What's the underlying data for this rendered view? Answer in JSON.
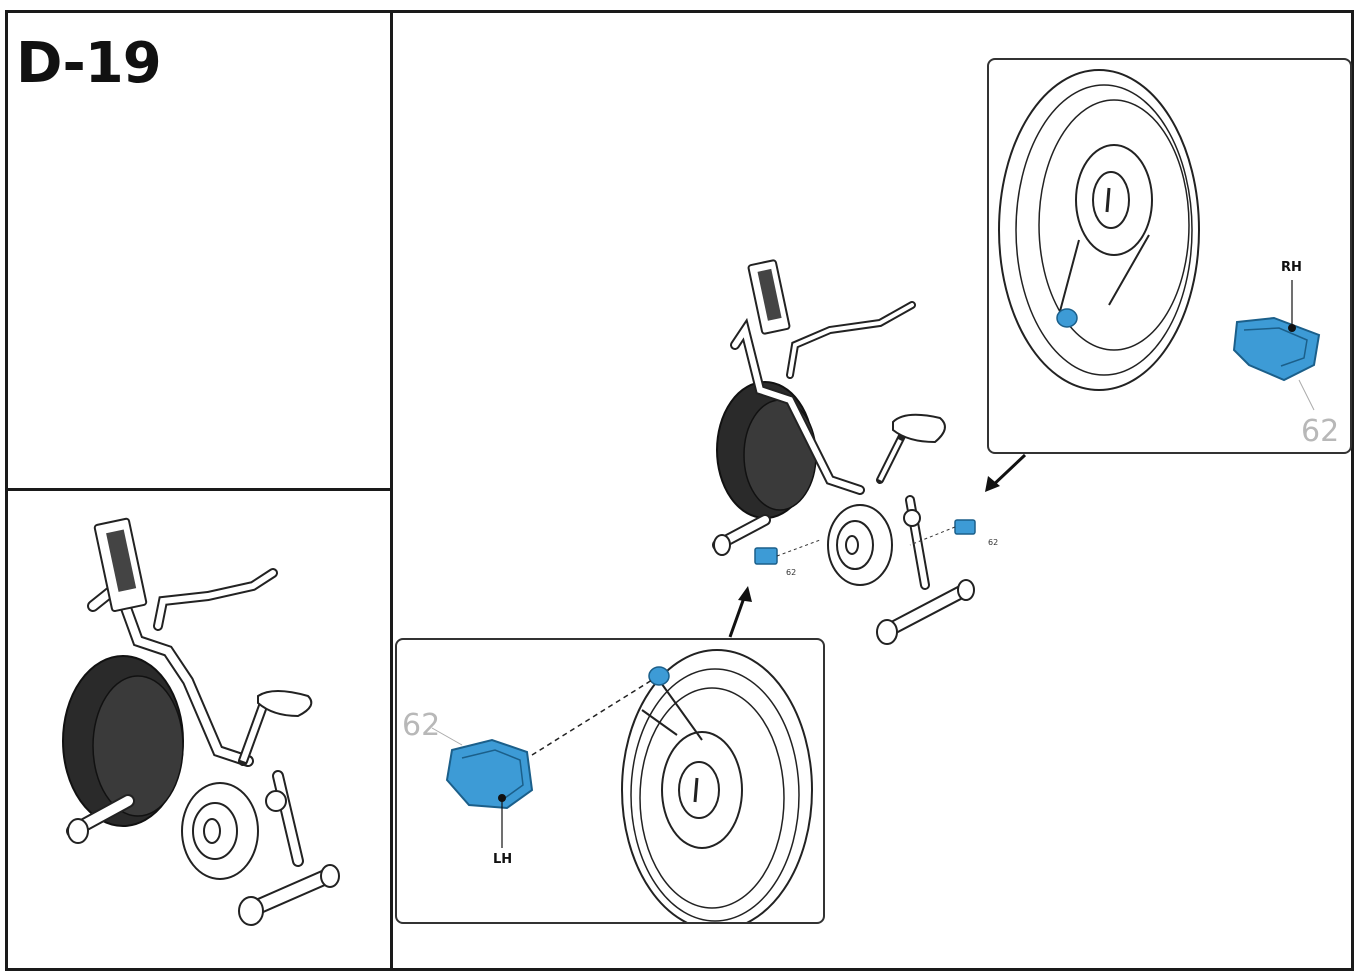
{
  "step": {
    "title": "D-19"
  },
  "callouts": {
    "right_pedal": {
      "side_label": "RH",
      "part_number": "62"
    },
    "left_pedal": {
      "side_label": "LH",
      "part_number": "62"
    }
  },
  "main_assembly": {
    "left_pedal_part": "62",
    "right_pedal_part": "62"
  },
  "colors": {
    "highlight": "#3d9bd6",
    "line": "#1a1a1a"
  }
}
